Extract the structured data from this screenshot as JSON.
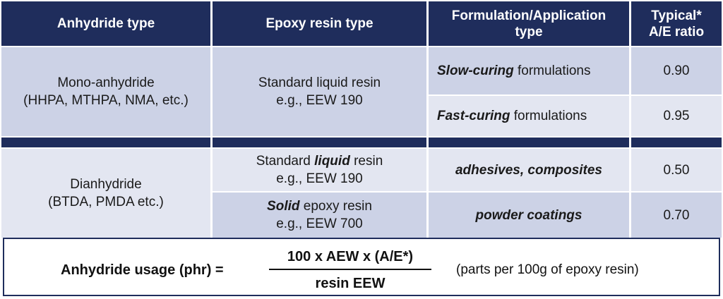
{
  "header": {
    "col1": "Anhydride type",
    "col2": "Epoxy resin type",
    "col3_line1": "Formulation/Application",
    "col3_line2": "type",
    "col4_line1": "Typical*",
    "col4_line2": "A/E ratio"
  },
  "mono": {
    "anhydride_line1": "Mono-anhydride",
    "anhydride_line2": "(HHPA, MTHPA, NMA, etc.)",
    "resin_line1": "Standard liquid resin",
    "resin_line2": "e.g., EEW 190",
    "rows": [
      {
        "form_bold": "Slow-curing",
        "form_rest": " formulations",
        "ratio": "0.90"
      },
      {
        "form_bold": "Fast-curing",
        "form_rest": " formulations",
        "ratio": "0.95"
      }
    ]
  },
  "di": {
    "anhydride_line1": "Dianhydride",
    "anhydride_line2": "(BTDA, PMDA etc.)",
    "rows": [
      {
        "resin_pre": "Standard ",
        "resin_bold": "liquid",
        "resin_post": " resin",
        "resin_line2": "e.g., EEW 190",
        "form": "adhesives, composites",
        "ratio": "0.50"
      },
      {
        "resin_pre": "",
        "resin_bold": "Solid",
        "resin_post": " epoxy resin",
        "resin_line2": "e.g., EEW 700",
        "form": "powder coatings",
        "ratio": "0.70"
      }
    ]
  },
  "formula": {
    "left": "Anhydride usage (phr) =",
    "numerator": "100 x AEW x (A/E*)",
    "denominator": "resin EEW",
    "note": "(parts per 100g of epoxy resin)"
  },
  "colors": {
    "header": "#1f2d5c",
    "row_dark": "#ccd2e6",
    "row_light": "#e3e6f1"
  }
}
